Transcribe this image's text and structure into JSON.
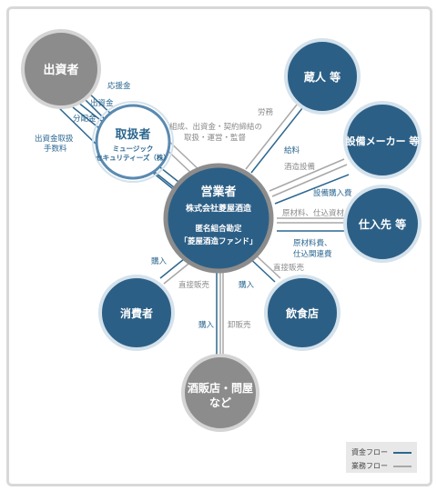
{
  "nodes": {
    "investor": {
      "label": "出資者"
    },
    "broker": {
      "title": "取扱者",
      "sub1": "ミュージック",
      "sub2": "セキュリティーズ（株）"
    },
    "kurando": {
      "label": "蔵人 等"
    },
    "equipment": {
      "label": "設備メーカー 等"
    },
    "supplier": {
      "label": "仕入先 等"
    },
    "consumer": {
      "label": "消費者"
    },
    "restaurant": {
      "label": "飲食店"
    },
    "liquor_store": {
      "line1": "酒販店・問屋",
      "line2": "など"
    },
    "operator": {
      "title": "営業者",
      "company": "株式会社菱屋酒造",
      "fund1": "匿名組合勘定",
      "fund2": "「菱屋酒造ファンド」"
    }
  },
  "labels": {
    "ouenkin": "応援金",
    "shusshikin1": "出資金",
    "bunpaikin1": "分配金",
    "tesuryo1": "出資金取扱",
    "tesuryo2": "手数料",
    "kumiai1": "組成、出資金・契約締結の",
    "kumiai2": "取扱・運営・監督",
    "roumu": "労務",
    "kyuryo": "給料",
    "jozo_setsubi": "酒造設備",
    "setsubi_kounyu": "設備購入費",
    "genzairyo": "原材料、仕込資材",
    "genzairyo_hi1": "原材料費、",
    "genzairyo_hi2": "仕込関連費",
    "kounyu_consumer": "購入",
    "chokusetsu_consumer": "直接販売",
    "kounyu_restaurant": "購入",
    "chokusetsu_restaurant": "直接販売",
    "kounyu_store": "購入",
    "oroshi": "卸販売"
  },
  "legend": {
    "money": "資金フロー",
    "business": "業務フロー"
  },
  "colors": {
    "navy": "#2c5f86",
    "gray": "#8c8c8c",
    "money_line": "#2c6790",
    "business_line": "#a8a8a8"
  }
}
